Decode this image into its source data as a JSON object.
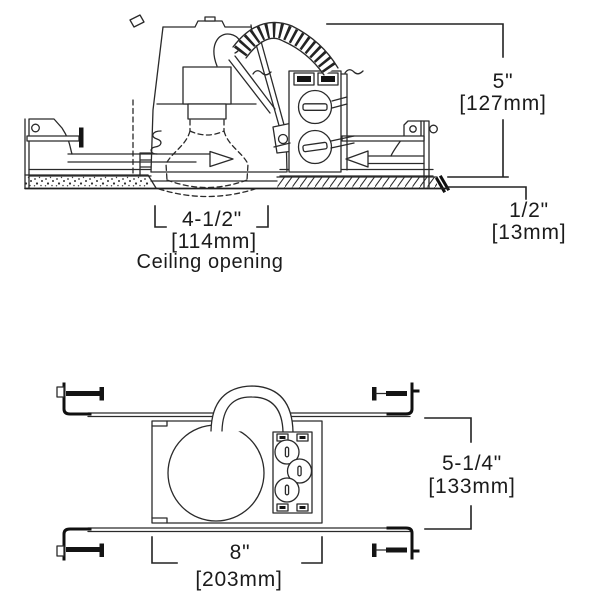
{
  "drawing": {
    "background": "#ffffff",
    "line_color": "#2a2a2a",
    "side_view": {
      "labels": {
        "height_in": "5\"",
        "height_mm": "[127mm]",
        "ceiling_thickness_in": "1/2\"",
        "ceiling_thickness_mm": "[13mm]",
        "opening_in": "4-1/2\"",
        "opening_mm": "[114mm]",
        "opening_caption": "Ceiling opening"
      }
    },
    "plan_view": {
      "labels": {
        "depth_in": "5-1/4\"",
        "depth_mm": "[133mm]",
        "width_in": "8\"",
        "width_mm": "[203mm]"
      }
    }
  }
}
